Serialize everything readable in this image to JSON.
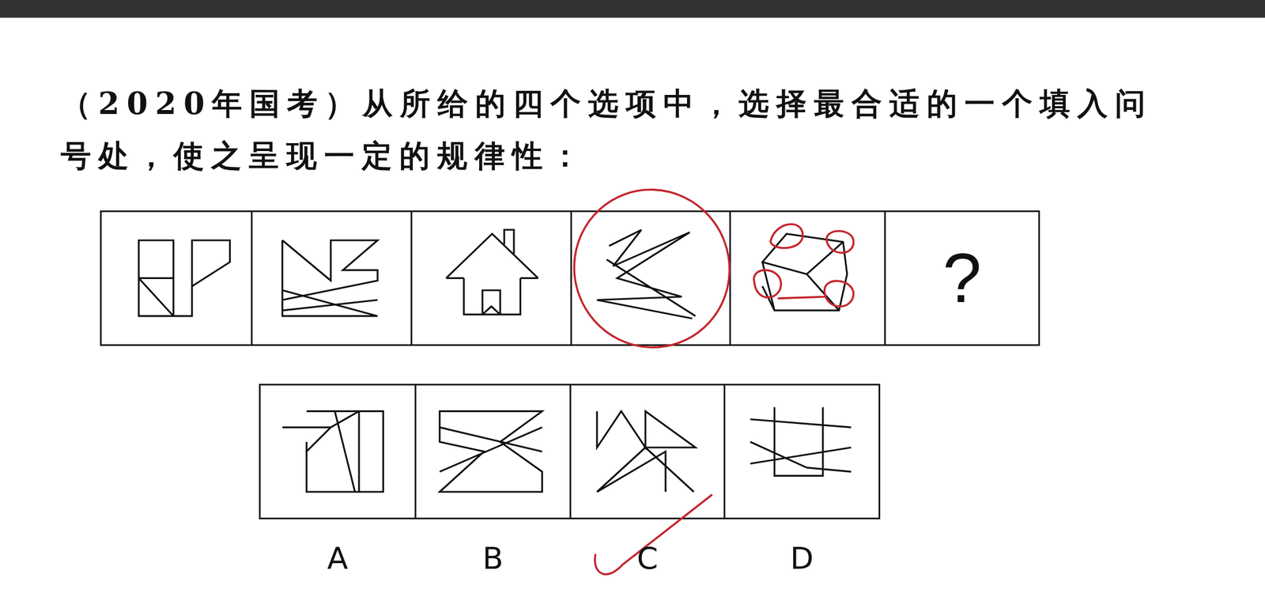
{
  "diagram": {
    "title": "（2020年国考）从所给的四个选项中，选择最合适的一个填入问号处，使之呈现一定的规律性：",
    "nodes": [
      {
        "text": [
          "?"
        ]
      },
      {
        "text": [
          "A"
        ]
      },
      {
        "text": [
          "B"
        ]
      },
      {
        "text": [
          "C"
        ]
      },
      {
        "text": [
          "D"
        ]
      }
    ]
  }
}
